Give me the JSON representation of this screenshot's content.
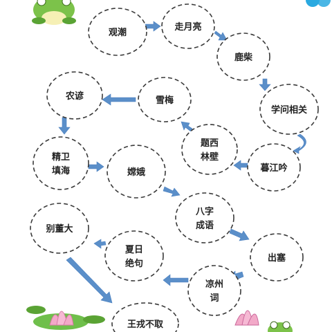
{
  "nodes": [
    {
      "id": "guanchao",
      "lines": [
        "观潮"
      ]
    },
    {
      "id": "zouyueliang",
      "lines": [
        "走月亮"
      ]
    },
    {
      "id": "luzhai",
      "lines": [
        "鹿柴"
      ]
    },
    {
      "id": "xuewenxiangguan",
      "lines": [
        "学问相关"
      ]
    },
    {
      "id": "mujiangyin",
      "lines": [
        "暮江吟"
      ]
    },
    {
      "id": "tixilinbi",
      "lines": [
        "题西",
        "林壁"
      ]
    },
    {
      "id": "xuemei",
      "lines": [
        "雪梅"
      ]
    },
    {
      "id": "nongyan",
      "lines": [
        "农谚"
      ]
    },
    {
      "id": "jingweitianhai",
      "lines": [
        "精卫",
        "填海"
      ]
    },
    {
      "id": "change",
      "lines": [
        "嫦娥"
      ]
    },
    {
      "id": "bazichengyu",
      "lines": [
        "八字",
        "成语"
      ]
    },
    {
      "id": "chusai",
      "lines": [
        "出塞"
      ]
    },
    {
      "id": "liangzhouci",
      "lines": [
        "凉州",
        "词"
      ]
    },
    {
      "id": "xiarijueju",
      "lines": [
        "夏日",
        "绝句"
      ]
    },
    {
      "id": "biedongda",
      "lines": [
        "别董大"
      ]
    },
    {
      "id": "wangrongbuqu",
      "lines": [
        "王戎不取"
      ]
    }
  ],
  "edges": [
    [
      "guanchao",
      "zouyueliang"
    ],
    [
      "zouyueliang",
      "luzhai"
    ],
    [
      "luzhai",
      "xuewenxiangguan"
    ],
    [
      "xuewenxiangguan",
      "mujiangyin"
    ],
    [
      "mujiangyin",
      "tixilinbi"
    ],
    [
      "tixilinbi",
      "xuemei"
    ],
    [
      "xuemei",
      "nongyan"
    ],
    [
      "nongyan",
      "jingweitianhai"
    ],
    [
      "jingweitianhai",
      "change"
    ],
    [
      "change",
      "bazichengyu"
    ],
    [
      "bazichengyu",
      "chusai"
    ],
    [
      "chusai",
      "liangzhouci"
    ],
    [
      "liangzhouci",
      "xiarijueju"
    ],
    [
      "xiarijueju",
      "biedongda"
    ],
    [
      "biedongda",
      "wangrongbuqu"
    ]
  ],
  "colors": {
    "arrow": "#5b8fc9",
    "frog": "#7cc24a",
    "lotus_pink": "#f2a9c8",
    "leaf_green": "#6fbf4b",
    "logo_blue": "#2aa9e0"
  },
  "decorations": [
    "frog-icon",
    "lotus-icon",
    "logo-icon"
  ]
}
